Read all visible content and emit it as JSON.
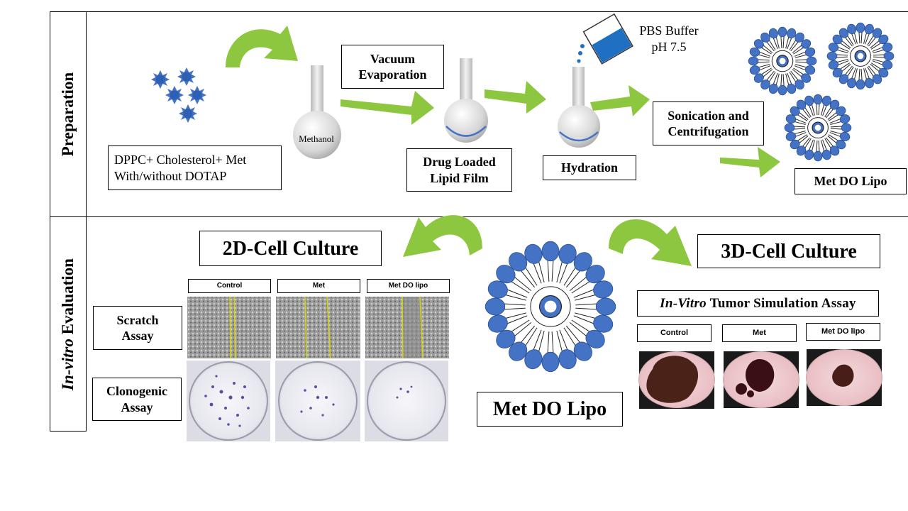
{
  "sections": {
    "preparation": "Preparation",
    "in_vitro_italic": "In-vitro",
    "in_vitro_rest": " Evaluation"
  },
  "prep": {
    "ingredients": "DPPC+ Cholesterol+ Met With/without DOTAP",
    "solvent": "Methanol",
    "vacuum": "Vacuum Evaporation",
    "film": "Drug Loaded Lipid Film",
    "buffer_line1": "PBS Buffer",
    "buffer_line2": "pH 7.5",
    "hydration": "Hydration",
    "sonication": "Sonication and Centrifugation",
    "product": "Met DO Lipo"
  },
  "eval": {
    "culture_2d": "2D-Cell Culture",
    "culture_3d": "3D-Cell Culture",
    "center_product": "Met DO Lipo",
    "scratch": "Scratch Assay",
    "clonogenic": "Clonogenic Assay",
    "tumor_italic": "In-Vitro",
    "tumor_rest": " Tumor Simulation Assay",
    "col_control": "Control",
    "col_met": "Met",
    "col_metdo": "Met DO lipo",
    "col3_control": "Control",
    "col3_met": "Met",
    "col3_metdo": "Met DO lipo"
  },
  "colors": {
    "arrow_green": "#8dc63f",
    "lipid_blue": "#4472c4",
    "flask_gray": "#d0d0d0",
    "buffer_blue": "#1f6fc2"
  }
}
